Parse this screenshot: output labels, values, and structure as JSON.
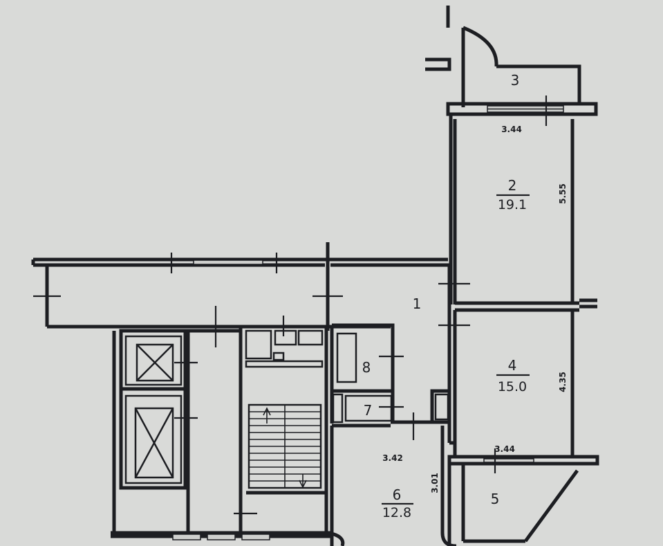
{
  "rooms": [
    {
      "id": "1",
      "number": "1",
      "area": ""
    },
    {
      "id": "2",
      "number": "2",
      "area": "19.1"
    },
    {
      "id": "3",
      "number": "3",
      "area": ""
    },
    {
      "id": "4",
      "number": "4",
      "area": "15.0"
    },
    {
      "id": "5",
      "number": "5",
      "area": ""
    },
    {
      "id": "6",
      "number": "6",
      "area": "12.8"
    },
    {
      "id": "7",
      "number": "7",
      "area": ""
    },
    {
      "id": "8",
      "number": "8",
      "area": ""
    }
  ],
  "dimensions": {
    "room2_width": "3.44",
    "room2_length": "5.55",
    "room4_width": "3.44",
    "room4_length": "4.35",
    "room6_width": "3.42",
    "room6_length": "3.01"
  }
}
